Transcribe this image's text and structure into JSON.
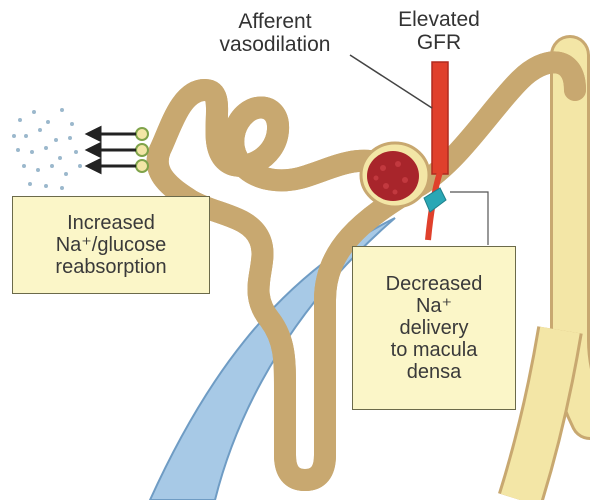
{
  "labels": {
    "afferent_line1": "Afferent",
    "afferent_line2": "vasodilation",
    "gfr_line1": "Elevated",
    "gfr_line2": "GFR"
  },
  "boxes": {
    "reabsorption": [
      "Increased",
      "Na⁺/glucose",
      "reabsorption"
    ],
    "macula_densa": [
      "Decreased",
      "Na⁺",
      "delivery",
      "to macula",
      "densa"
    ]
  },
  "colors": {
    "tubule": "#f3e6a6",
    "tubule_outline": "#c8a870",
    "glomerulus": "#a8252b",
    "arteriole": "#e0402c",
    "macula_densa": "#2aa7b5",
    "inhibitor_sweep": "#a7c9e6",
    "box_fill": "#fbf6c8",
    "arrow": "#222222",
    "particles": "#9bb8cc"
  }
}
